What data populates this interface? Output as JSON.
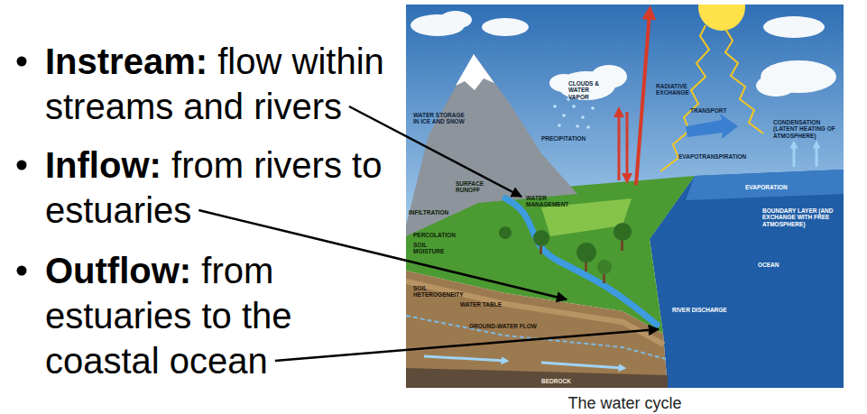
{
  "diagram": {
    "caption": "The water cycle",
    "labels": [
      "Instream:",
      "flow within streams and rivers",
      "Inflow:",
      "from rivers to estuaries",
      "Outflow:",
      "from estuaries to the coastal ocean",
      "WATER STORAGE IN ICE AND SNOW",
      "CLOUDS & WATER VAPOR",
      "PRECIPITATION",
      "RADIATIVE EXCHANGE",
      "TRANSPORT",
      "CONDENSATION (LATENT HEATING OF ATMOSPHERE)",
      "EVAPOTRANSPIRATION",
      "EVAPORATION",
      "SURFACE RUNOFF",
      "WATER MANAGEMENT",
      "BOUNDARY LAYER (AND EXCHANGE WITH FREE ATMOSPHERE)",
      "OCEAN",
      "INFILTRATION",
      "PERCOLATION",
      "SOIL MOISTURE",
      "SOIL HETEROGENEITY",
      "WATER TABLE",
      "GROUND-WATER FLOW",
      "RIVER DISCHARGE",
      "BEDROCK"
    ]
  }
}
